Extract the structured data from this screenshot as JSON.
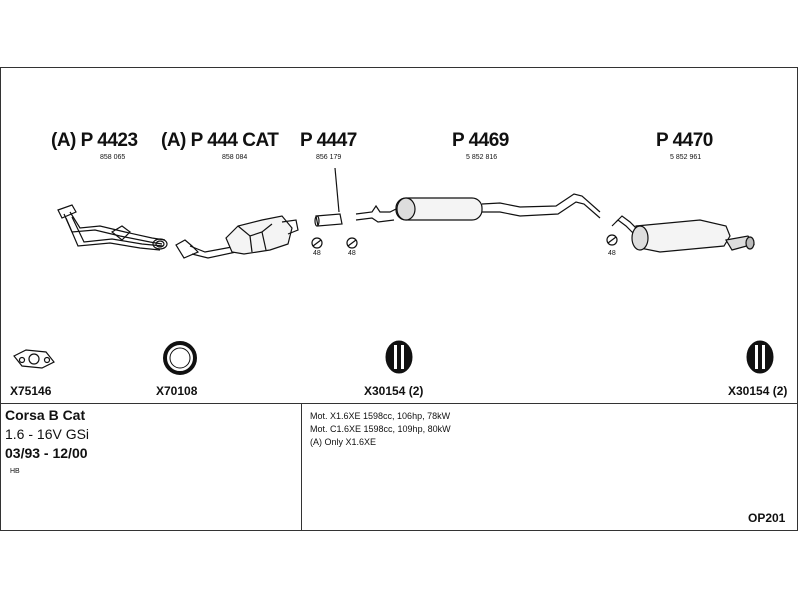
{
  "parts": [
    {
      "number": "(A) P 4423",
      "ref": "858 065"
    },
    {
      "number": "(A) P 444 CAT",
      "ref": "858 084"
    },
    {
      "number": "P 4447",
      "ref": "856 179"
    },
    {
      "number": "P 4469",
      "ref": "5 852 816"
    },
    {
      "number": "P 4470",
      "ref": "5 852 961"
    }
  ],
  "clamp_qty": [
    "48",
    "48",
    "48"
  ],
  "fittings": [
    {
      "code": "X75146"
    },
    {
      "code": "X70108"
    },
    {
      "code": "X30154 (2)"
    },
    {
      "code": "X30154 (2)"
    }
  ],
  "vehicle": {
    "model": "Corsa B Cat",
    "engine": "1.6 - 16V GSi",
    "years": "03/93 - 12/00",
    "body": "HB"
  },
  "notes": [
    "Mot. X1.6XE 1598cc, 106hp, 78kW",
    "Mot. C1.6XE 1598cc, 109hp, 80kW",
    "(A) Only X1.6XE"
  ],
  "diagram_code": "OP201"
}
